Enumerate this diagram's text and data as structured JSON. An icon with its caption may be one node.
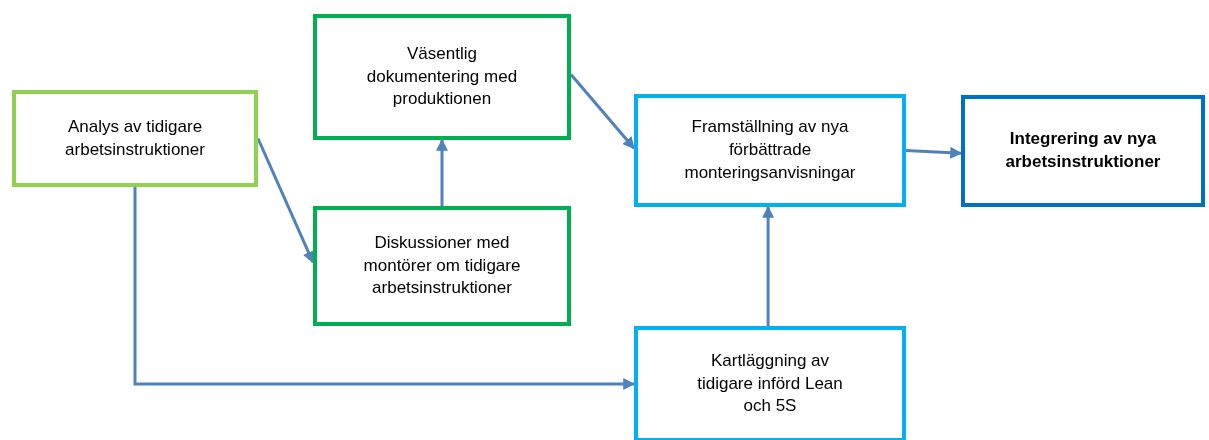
{
  "diagram": {
    "nodes": [
      {
        "text": [
          "Analys av tidigare arbetsinstruktioner"
        ]
      },
      {
        "text": [
          "Väsentlig dokumentering med produktionen"
        ]
      },
      {
        "text": [
          "Diskussioner med montörer om tidigare arbetsinstruktioner"
        ]
      },
      {
        "text": [
          "Framställning av nya förbättrade monteringsanvisningar"
        ]
      },
      {
        "text": [
          "Integrering av nya arbetsinstruktioner"
        ]
      },
      {
        "text": [
          "Kartläggning av tidigare införd Lean och 5S"
        ]
      }
    ],
    "edges": [
      {
        "from": 0,
        "to": 2,
        "arrow": "to"
      },
      {
        "from": 2,
        "to": 1,
        "arrow": "to"
      },
      {
        "from": 1,
        "to": 3,
        "arrow": "to"
      },
      {
        "from": 3,
        "to": 4,
        "arrow": "to"
      },
      {
        "from": 0,
        "to": 5,
        "arrow": "to"
      },
      {
        "from": 5,
        "to": 3,
        "arrow": "to"
      }
    ]
  }
}
